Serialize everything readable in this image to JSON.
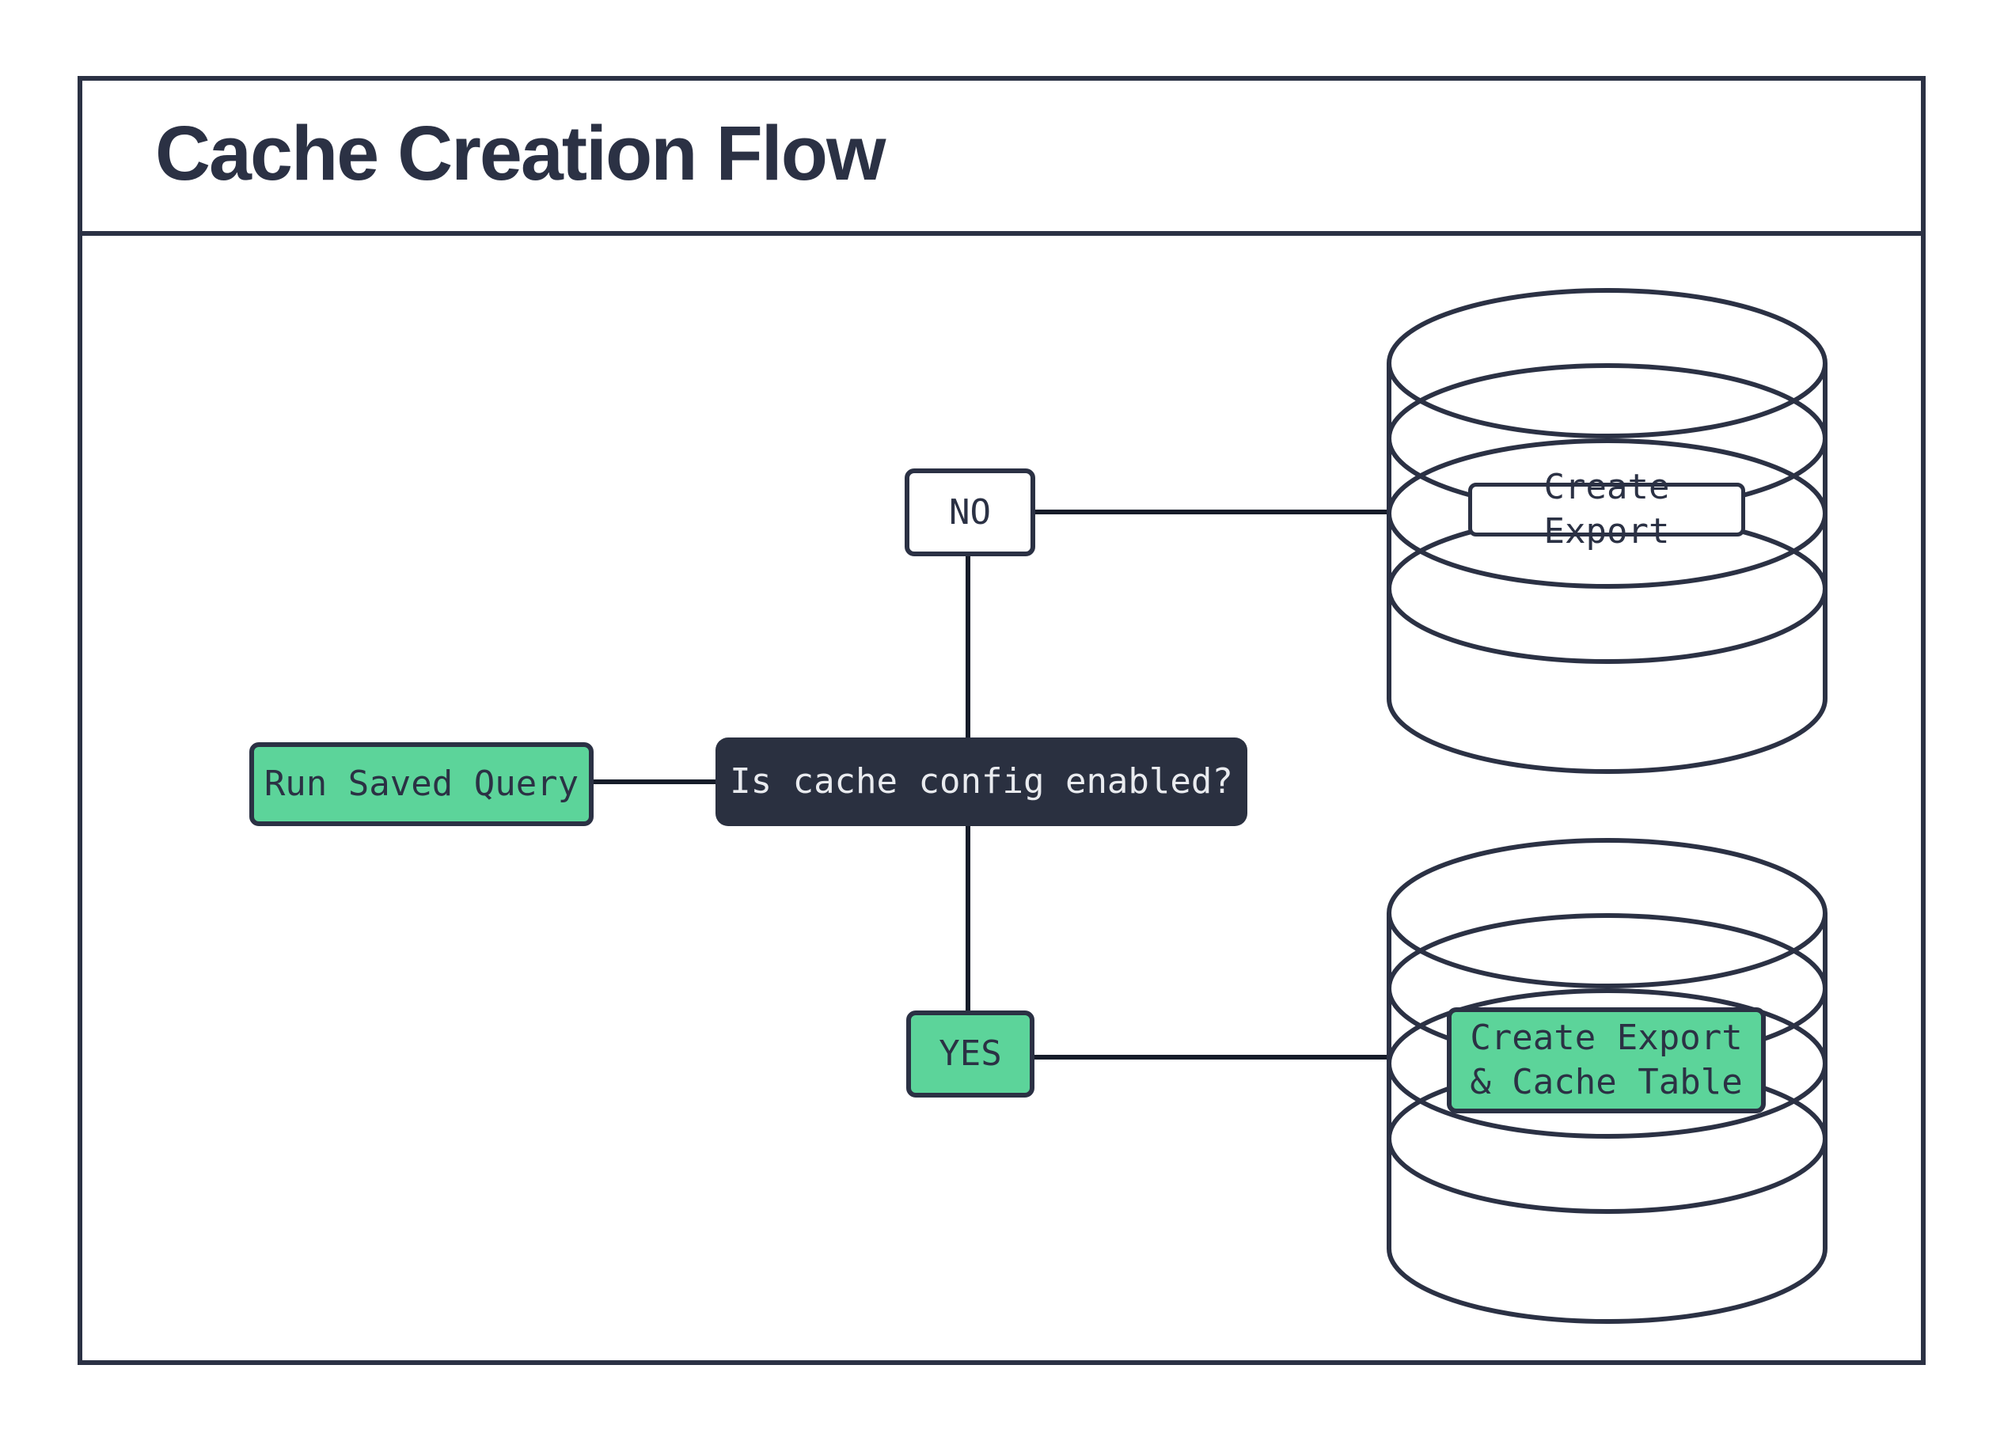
{
  "title": "Cache Creation Flow",
  "colors": {
    "ink": "#2B3144",
    "green": "#5CD49A",
    "dark": "#2A3040",
    "line": "#161C29",
    "light-text": "#E9EBEF",
    "bg": "#FFFFFF"
  },
  "flow": {
    "start": {
      "label": "Run Saved Query"
    },
    "decision": {
      "label": "Is cache config enabled?"
    },
    "branch_no": {
      "label": "NO"
    },
    "branch_yes": {
      "label": "YES"
    },
    "outcome_no": {
      "label": "Create Export",
      "icon": "database-icon"
    },
    "outcome_yes": {
      "label_line1": "Create Export",
      "label_line2": "& Cache Table",
      "icon": "database-icon"
    }
  }
}
